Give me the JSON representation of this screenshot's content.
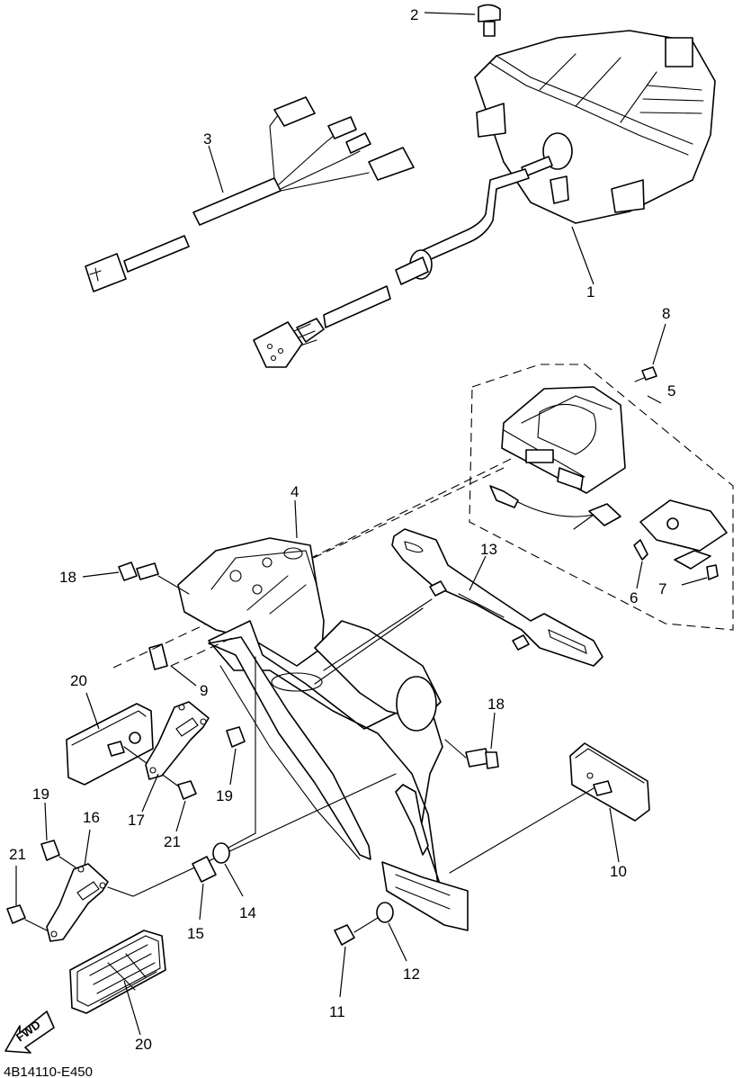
{
  "diagram": {
    "code": "4B14110-E450",
    "direction_label": "FWD",
    "callouts": {
      "c1": "1",
      "c2": "2",
      "c3": "3",
      "c4": "4",
      "c5": "5",
      "c6": "6",
      "c7": "7",
      "c8": "8",
      "c9": "9",
      "c10": "10",
      "c11": "11",
      "c12": "12",
      "c13": "13",
      "c14": "14",
      "c15": "15",
      "c16": "16",
      "c17": "17",
      "c18a": "18",
      "c18b": "18",
      "c19a": "19",
      "c19b": "19",
      "c20a": "20",
      "c20b": "20",
      "c21a": "21",
      "c21b": "21"
    }
  }
}
